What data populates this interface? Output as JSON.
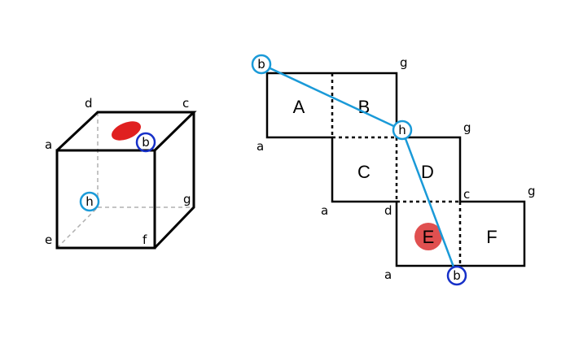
{
  "cube": {
    "vertices": {
      "a": "a",
      "c": "c",
      "d": "d",
      "e": "e",
      "f": "f",
      "g": "g"
    },
    "points": {
      "b": "b",
      "h": "h"
    },
    "mark_color": "#e02020"
  },
  "net": {
    "faces": {
      "A": "A",
      "B": "B",
      "C": "C",
      "D": "D",
      "E": "E",
      "F": "F"
    },
    "vertices": {
      "g1": "g",
      "a1": "a",
      "g2": "g",
      "a2": "a",
      "d": "d",
      "c": "c",
      "g3": "g",
      "a3": "a"
    },
    "points": {
      "b1": "b",
      "h": "h",
      "b2": "b"
    },
    "path_color": "#1a9ad8",
    "mark_color": "#e05050"
  },
  "colors": {
    "light_blue": "#1a9ad8",
    "dark_blue": "#1630c8",
    "red": "#e02020",
    "gray_dash": "#b0b0b0"
  }
}
